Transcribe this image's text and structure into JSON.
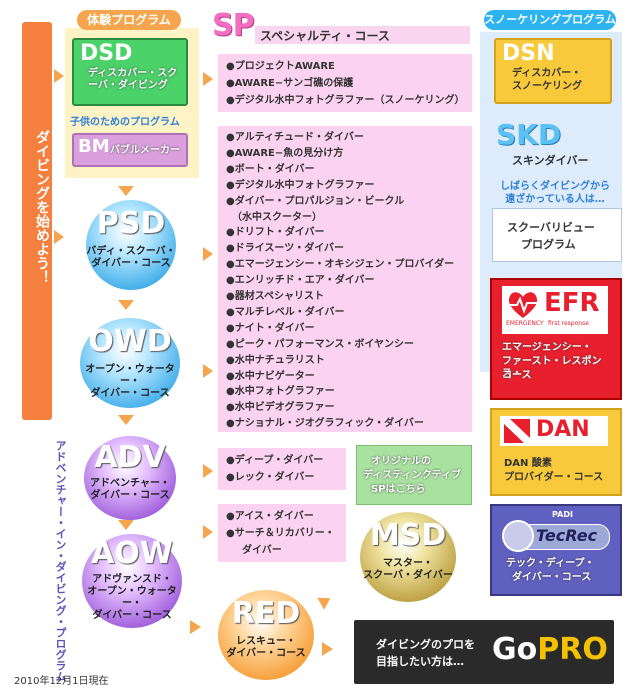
{
  "side_bar": {
    "label": "ダイビングを始めよう！",
    "color": "#f57f3e"
  },
  "adventure_program_label": "アドベンチャー・イン・ダイビング・プログラム",
  "trial": {
    "tag": "体験プログラム",
    "dsd": {
      "abbr": "DSD",
      "name": "ディスカバー・スクーバ・ダイビング"
    },
    "kids_label": "子供のためのプログラム",
    "bm": {
      "abbr": "BM",
      "name": "バブルメーカー"
    }
  },
  "sp": {
    "abbr": "SP",
    "subtitle": "スペシャルティ・コース",
    "panel1": [
      "●プロジェクトAWARE",
      "●AWARE−サンゴ礁の保護",
      "●デジタル水中フォトグラファー（スノーケリング）"
    ],
    "panel2": [
      "●アルティチュード・ダイバー",
      "●AWARE−魚の見分け方",
      "●ボート・ダイバー",
      "●デジタル水中フォトグラファー",
      "●ダイバー・プロパルジョン・ビークル",
      "（水中スクーター）",
      "●ドリフト・ダイバー",
      "●ドライスーツ・ダイバー",
      "●エマージェンシー・オキシジェン・プロバイダー",
      "●エンリッチド・エア・ダイバー",
      "●器材スペシャリスト",
      "●マルチレベル・ダイバー",
      "●ナイト・ダイバー",
      "●ピーク・パフォーマンス・ボイヤンシー",
      "●水中ナチュラリスト",
      "●水中ナビゲーター",
      "●水中フォトグラファー",
      "●水中ビデオグラファー",
      "●ナショナル・ジオグラフィック・ダイバー"
    ],
    "panel3": [
      "●ディープ・ダイバー",
      "●レック・ダイバー"
    ],
    "panel4": [
      "●アイス・ダイバー",
      "●サーチ＆リカバリー・",
      "ダイバー"
    ]
  },
  "courses": {
    "psd": {
      "abbr": "PSD",
      "name1": "バディ・スクーバ・",
      "name2": "ダイバー・コース"
    },
    "owd": {
      "abbr": "OWD",
      "name1": "オープン・ウォーター・",
      "name2": "ダイバー・コース"
    },
    "adv": {
      "abbr": "ADV",
      "name1": "アドベンチャー・",
      "name2": "ダイバー・コース"
    },
    "aow": {
      "abbr": "AOW",
      "name1": "アドヴァンスド・",
      "name2": "オープン・ウォーター・",
      "name3": "ダイバー・コース"
    },
    "red": {
      "abbr": "RED",
      "name1": "レスキュー・",
      "name2": "ダイバー・コース"
    },
    "msd": {
      "abbr": "MSD",
      "name1": "マスター・",
      "name2": "スクーバ・ダイバー"
    }
  },
  "original": {
    "line1": "オリジナルの",
    "line2": "ディスティンクティブ",
    "line3": "SPはこちら"
  },
  "snorkel": {
    "tag": "スノーケリングプログラム",
    "dsn": {
      "abbr": "DSN",
      "name1": "ディスカバー・",
      "name2": "スノーケリング"
    },
    "skd": {
      "abbr": "SKD",
      "name": "スキンダイバー"
    }
  },
  "review": {
    "question1": "しばらくダイビングから",
    "question2": "遠ざかっている人は…",
    "name1": "スクーバリビュー",
    "name2": "プログラム"
  },
  "efr": {
    "logo": "EFR",
    "logo_sub1": "EMERGENCY",
    "logo_sub2": "first response",
    "name1": "エマージェンシー・",
    "name2": "ファースト・レスポンス・",
    "name3": "コース"
  },
  "dan": {
    "logo": "DAN",
    "name1": "DAN 酸素",
    "name2": "プロバイダー・コース"
  },
  "tec": {
    "logo_top": "PADI",
    "logo": "TecRec",
    "name1": "テック・ディープ・",
    "name2": "ダイバー・コース"
  },
  "gopro": {
    "line1": "ダイビングのプロを",
    "line2": "目指したい方は…",
    "logo_go": "Go",
    "logo_pro": "PRO"
  },
  "footer_date": "2010年12月1日現在"
}
